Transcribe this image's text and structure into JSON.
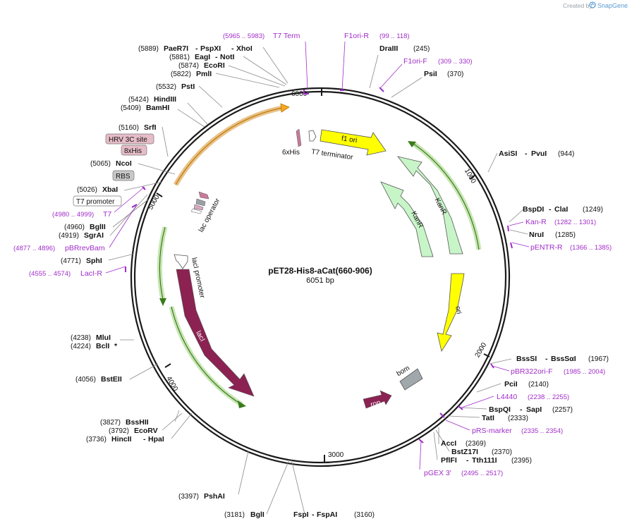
{
  "header": {
    "created_by": "Created by",
    "brand": "SnapGene"
  },
  "plasmid": {
    "name": "pET28-His8-aCat(660-906)",
    "length": "6051 bp"
  },
  "ticks": [
    "1000",
    "2000",
    "3000",
    "4000",
    "5000",
    "6000"
  ],
  "features": {
    "f1_ori": "f1 ori",
    "kanr_outer": "KanR",
    "kanr_inner": "KanR",
    "ori": "ori",
    "bom": "bom",
    "rop": "rop",
    "laci": "lacI",
    "laci_promoter": "lacI promoter",
    "lac_operator": "lac operator",
    "his6": "6xHis",
    "t7_terminator": "T7 terminator"
  },
  "boxed_labels": {
    "hrv": "HRV 3C site",
    "his8": "8xHis",
    "rbs": "RBS",
    "t7_promoter": "T7 promoter"
  },
  "sites": {
    "paer7i_pos": "(5889)",
    "paer7i": "PaeR7I",
    "pspxi": "PspXI",
    "xhoi": "XhoI",
    "eagi_pos": "(5881)",
    "eagi": "EagI",
    "noti": "NotI",
    "ecori_pos": "(5874)",
    "ecori": "EcoRI",
    "pmli_pos": "(5822)",
    "pmli": "PmlI",
    "psti_pos": "(5532)",
    "psti": "PstI",
    "hindiii_pos": "(5424)",
    "hindiii": "HindIII",
    "bamhi_pos": "(5409)",
    "bamhi": "BamHI",
    "srfi_pos": "(5160)",
    "srfi": "SrfI",
    "ncoi_pos": "(5065)",
    "ncoi": "NcoI",
    "xbai_pos": "(5026)",
    "xbai": "XbaI",
    "bglii_pos": "(4960)",
    "bglii": "BglII",
    "sgrai_pos": "(4919)",
    "sgrai": "SgrAI",
    "sphi_pos": "(4771)",
    "sphi": "SphI",
    "mlui_pos": "(4238)",
    "mlui": "MluI",
    "bcli_pos": "(4224)",
    "bcli": "BclI",
    "bcli_star": "*",
    "bsteii_pos": "(4056)",
    "bsteii": "BstEII",
    "bsshii_pos": "(3827)",
    "bsshii": "BssHII",
    "ecorv_pos": "(3792)",
    "ecorv": "EcoRV",
    "hincii_pos": "(3736)",
    "hincii": "HincII",
    "hpai": "HpaI",
    "pshai_pos": "(3397)",
    "pshai": "PshAI",
    "bgli_pos": "(3181)",
    "bgli": "BglI",
    "fspi": "FspI",
    "fspai": "FspAI",
    "fspi_pos": "(3160)",
    "draiii": "DraIII",
    "draiii_pos": "(245)",
    "psii": "PsiI",
    "psii_pos": "(370)",
    "asisi": "AsiSI",
    "pvui": "PvuI",
    "asisi_pos": "(944)",
    "bspdi": "BspDI",
    "clai": "ClaI",
    "bspdi_pos": "(1249)",
    "nrui": "NruI",
    "nrui_pos": "(1285)",
    "bsssi": "BssSI",
    "bsssai": "BssSαI",
    "bsssi_pos": "(1967)",
    "pcii": "PciI",
    "pcii_pos": "(2140)",
    "bspqi": "BspQI",
    "sapi": "SapI",
    "bspqi_pos": "(2257)",
    "tati": "TatI",
    "tati_pos": "(2333)",
    "acci": "AccI",
    "acci_pos": "(2369)",
    "bstz17i": "BstZ17I",
    "bstz17i_pos": "(2370)",
    "pflfi": "PflFI",
    "tth111i": "Tth111I",
    "pflfi_pos": "(2395)"
  },
  "primers": {
    "t7term": "T7 Term",
    "t7term_pos": "(5965 .. 5983)",
    "f1orir": "F1ori-R",
    "f1orir_pos": "(99 .. 118)",
    "f1orif": "F1ori-F",
    "f1orif_pos": "(309 .. 330)",
    "t7": "T7",
    "t7_pos": "(4980 .. 4999)",
    "pbrrevbam": "pBRrevBam",
    "pbrrevbam_pos": "(4877 .. 4896)",
    "lacir": "LacI-R",
    "lacir_pos": "(4555 .. 4574)",
    "kanr": "Kan-R",
    "kanr_pos": "(1282 .. 1301)",
    "pentrr": "pENTR-R",
    "pentrr_pos": "(1366 .. 1385)",
    "pbr322orif": "pBR322ori-F",
    "pbr322orif_pos": "(1985 .. 2004)",
    "l4440": "L4440",
    "l4440_pos": "(2238 .. 2255)",
    "prsmarker": "pRS-marker",
    "prsmarker_pos": "(2335 .. 2354)",
    "pgex3": "pGEX 3'",
    "pgex3_pos": "(2495 .. 2517)"
  },
  "colors": {
    "backbone": "#1a1a1a",
    "primer": "#a02cc8",
    "lacI": "#8b2252",
    "ori": "#ffff00",
    "kanr": "#c8f5c8",
    "cds_orange": "#f5a623",
    "cds_green": "#6aa84f",
    "bom": "#a0a8ac"
  }
}
